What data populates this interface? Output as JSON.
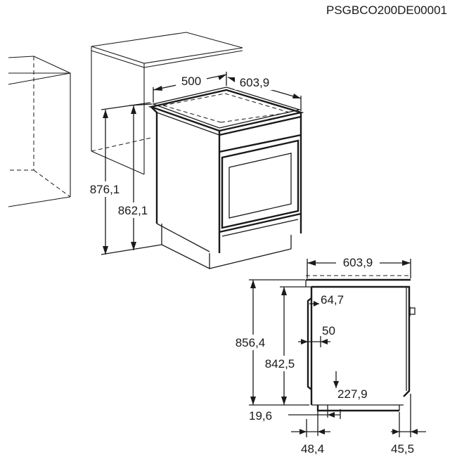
{
  "document_code": "PSGBCO200DE00001",
  "perspective_view": {
    "depth": "500",
    "width": "603,9",
    "height_overall": "876,1",
    "height_body": "862,1"
  },
  "side_view": {
    "width_top": "603,9",
    "handle_depth": "64,7",
    "handle_offset": "50",
    "height_overall": "856,4",
    "height_body": "842,5",
    "handle_bottom": "227,9",
    "plinth_height": "19,6",
    "plinth_setback": "48,4",
    "rear_offset": "45,5"
  }
}
